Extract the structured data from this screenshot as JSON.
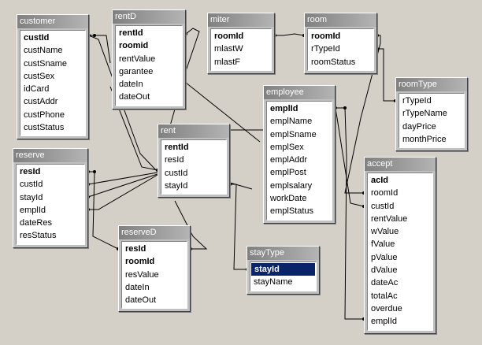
{
  "canvas_bg": "#d4d0c8",
  "tables": [
    {
      "id": "customer",
      "name": "customer",
      "fields": [
        {
          "name": "custId",
          "pk": true
        },
        {
          "name": "custName"
        },
        {
          "name": "custSname"
        },
        {
          "name": "custSex"
        },
        {
          "name": "idCard"
        },
        {
          "name": "custAddr"
        },
        {
          "name": "custPhone"
        },
        {
          "name": "custStatus"
        }
      ]
    },
    {
      "id": "rentD",
      "name": "rentD",
      "fields": [
        {
          "name": "rentId",
          "pk": true
        },
        {
          "name": "roomid",
          "pk": true
        },
        {
          "name": "rentValue"
        },
        {
          "name": "garantee"
        },
        {
          "name": "dateIn"
        },
        {
          "name": "dateOut"
        }
      ]
    },
    {
      "id": "miter",
      "name": "miter",
      "fields": [
        {
          "name": "roomId",
          "pk": true
        },
        {
          "name": "mlastW"
        },
        {
          "name": "mlastF"
        }
      ]
    },
    {
      "id": "room",
      "name": "room",
      "fields": [
        {
          "name": "roomId",
          "pk": true
        },
        {
          "name": "rTypeId"
        },
        {
          "name": "roomStatus"
        }
      ]
    },
    {
      "id": "roomType",
      "name": "roomType",
      "fields": [
        {
          "name": "rTypeId"
        },
        {
          "name": "rTypeName"
        },
        {
          "name": "dayPrice"
        },
        {
          "name": "monthPrice"
        }
      ]
    },
    {
      "id": "employee",
      "name": "employee",
      "fields": [
        {
          "name": "emplId",
          "pk": true
        },
        {
          "name": "emplName"
        },
        {
          "name": "emplSname"
        },
        {
          "name": "emplSex"
        },
        {
          "name": "emplAddr"
        },
        {
          "name": "emplPost"
        },
        {
          "name": "emplsalary"
        },
        {
          "name": "workDate"
        },
        {
          "name": "emplStatus"
        }
      ]
    },
    {
      "id": "rent",
      "name": "rent",
      "fields": [
        {
          "name": "rentId",
          "pk": true
        },
        {
          "name": "resId"
        },
        {
          "name": "custId"
        },
        {
          "name": "stayId"
        }
      ]
    },
    {
      "id": "reserve",
      "name": "reserve",
      "fields": [
        {
          "name": "resId",
          "pk": true
        },
        {
          "name": "custId"
        },
        {
          "name": "stayId"
        },
        {
          "name": "emplId"
        },
        {
          "name": "dateRes"
        },
        {
          "name": "resStatus"
        }
      ]
    },
    {
      "id": "reserveD",
      "name": "reserveD",
      "fields": [
        {
          "name": "resId",
          "pk": true
        },
        {
          "name": "roomId",
          "pk": true
        },
        {
          "name": "resValue"
        },
        {
          "name": "dateIn"
        },
        {
          "name": "dateOut"
        }
      ]
    },
    {
      "id": "stayType",
      "name": "stayType",
      "fields": [
        {
          "name": "stayId",
          "pk": true,
          "selected": true
        },
        {
          "name": "stayName"
        }
      ]
    },
    {
      "id": "accept",
      "name": "accept",
      "fields": [
        {
          "name": "acId",
          "pk": true
        },
        {
          "name": "roomId"
        },
        {
          "name": "custId"
        },
        {
          "name": "rentValue"
        },
        {
          "name": "wValue"
        },
        {
          "name": "fValue"
        },
        {
          "name": "pValue"
        },
        {
          "name": "dValue"
        },
        {
          "name": "dateAc"
        },
        {
          "name": "totalAc"
        },
        {
          "name": "overdue"
        },
        {
          "name": "emplId"
        }
      ]
    }
  ]
}
